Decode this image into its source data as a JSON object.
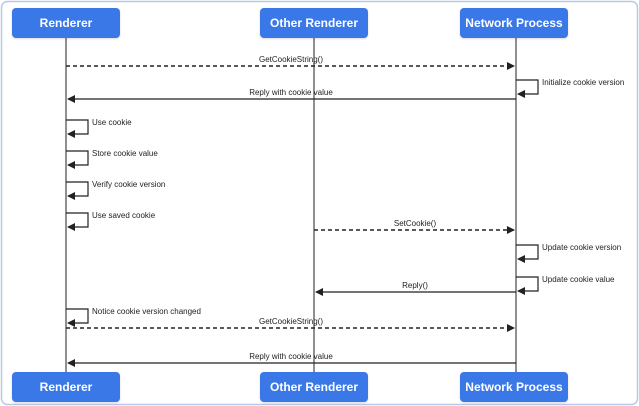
{
  "colors": {
    "actor_fill": "#3b78e7",
    "actor_text": "#ffffff",
    "line": "#222222",
    "frame": "#b8c9e8"
  },
  "actors": [
    {
      "name": "Renderer"
    },
    {
      "name": "Other Renderer"
    },
    {
      "name": "Network Process"
    }
  ],
  "messages": [
    {
      "label": "GetCookieString()",
      "from": 0,
      "to": 2,
      "style": "dashed"
    },
    {
      "label": "Initialize cookie version",
      "from": 2,
      "to": 2,
      "style": "self"
    },
    {
      "label": "Reply with cookie value",
      "from": 2,
      "to": 0,
      "style": "solid"
    },
    {
      "label": "Use cookie",
      "from": 0,
      "to": 0,
      "style": "self"
    },
    {
      "label": "Store cookie value",
      "from": 0,
      "to": 0,
      "style": "self"
    },
    {
      "label": "Verify cookie version",
      "from": 0,
      "to": 0,
      "style": "self"
    },
    {
      "label": "Use saved cookie",
      "from": 0,
      "to": 0,
      "style": "self"
    },
    {
      "label": "SetCookie()",
      "from": 1,
      "to": 2,
      "style": "dashed"
    },
    {
      "label": "Update cookie version",
      "from": 2,
      "to": 2,
      "style": "self"
    },
    {
      "label": "Update cookie value",
      "from": 2,
      "to": 2,
      "style": "self"
    },
    {
      "label": "Reply()",
      "from": 2,
      "to": 1,
      "style": "solid"
    },
    {
      "label": "Notice cookie version changed",
      "from": 0,
      "to": 0,
      "style": "self"
    },
    {
      "label": "GetCookieString()",
      "from": 0,
      "to": 2,
      "style": "dashed"
    },
    {
      "label": "Reply with cookie value",
      "from": 2,
      "to": 0,
      "style": "solid"
    }
  ]
}
